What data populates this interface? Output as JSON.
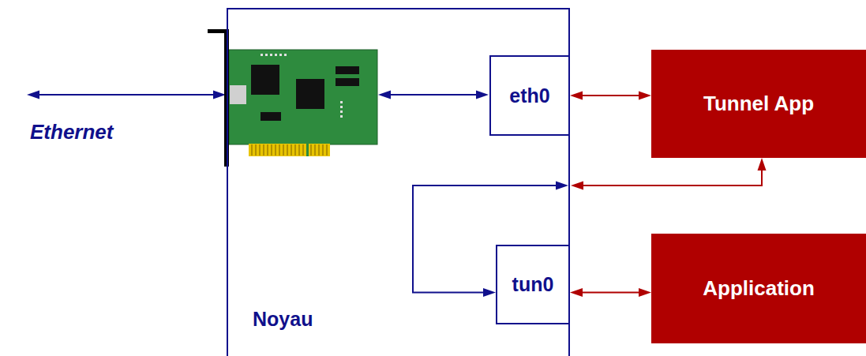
{
  "diagram": {
    "nodes": [
      {
        "text": [
          "Noyau"
        ]
      },
      {
        "text": [
          "eth0"
        ],
        "in": 0
      },
      {
        "text": [
          "tun0"
        ],
        "in": 0
      },
      {
        "text": [
          "Tunnel App"
        ]
      },
      {
        "text": [
          "Application"
        ]
      }
    ],
    "edges": [
      {
        "from": 1,
        "to": 3,
        "arrow": "both"
      },
      {
        "from": 2,
        "to": 4,
        "arrow": "both"
      },
      {
        "from": 3,
        "to": 0,
        "arrow": "both"
      },
      {
        "from": 2,
        "to": 0,
        "arrow": "both"
      }
    ],
    "labels": [
      "Ethernet"
    ]
  }
}
